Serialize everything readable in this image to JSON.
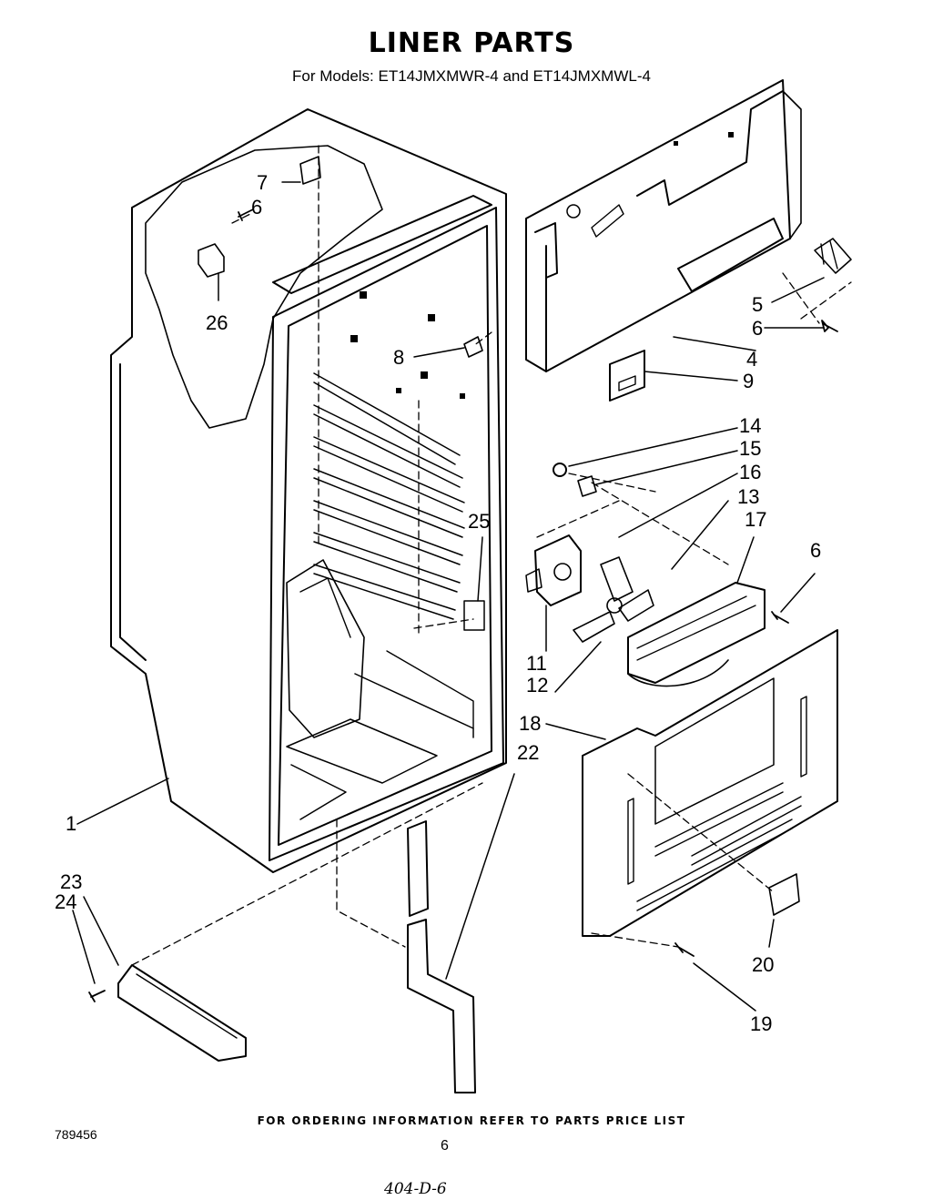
{
  "header": {
    "title": "LINER PARTS",
    "subtitle": "For Models: ET14JMXMWR-4 and ET14JMXMWL-4"
  },
  "callouts": {
    "c1": "1",
    "c4": "4",
    "c5": "5",
    "c6a": "6",
    "c6b": "6",
    "c6c": "6",
    "c7": "7",
    "c8": "8",
    "c9": "9",
    "c11": "11",
    "c12": "12",
    "c13": "13",
    "c14": "14",
    "c15": "15",
    "c16": "16",
    "c17": "17",
    "c18": "18",
    "c19": "19",
    "c20": "20",
    "c22": "22",
    "c23": "23",
    "c24": "24",
    "c25": "25",
    "c26": "26"
  },
  "footer": {
    "ordering_note": "FOR ORDERING INFORMATION REFER TO PARTS PRICE LIST",
    "document_number": "789456",
    "page_number": "6",
    "handwritten_note": "404-D-6"
  }
}
